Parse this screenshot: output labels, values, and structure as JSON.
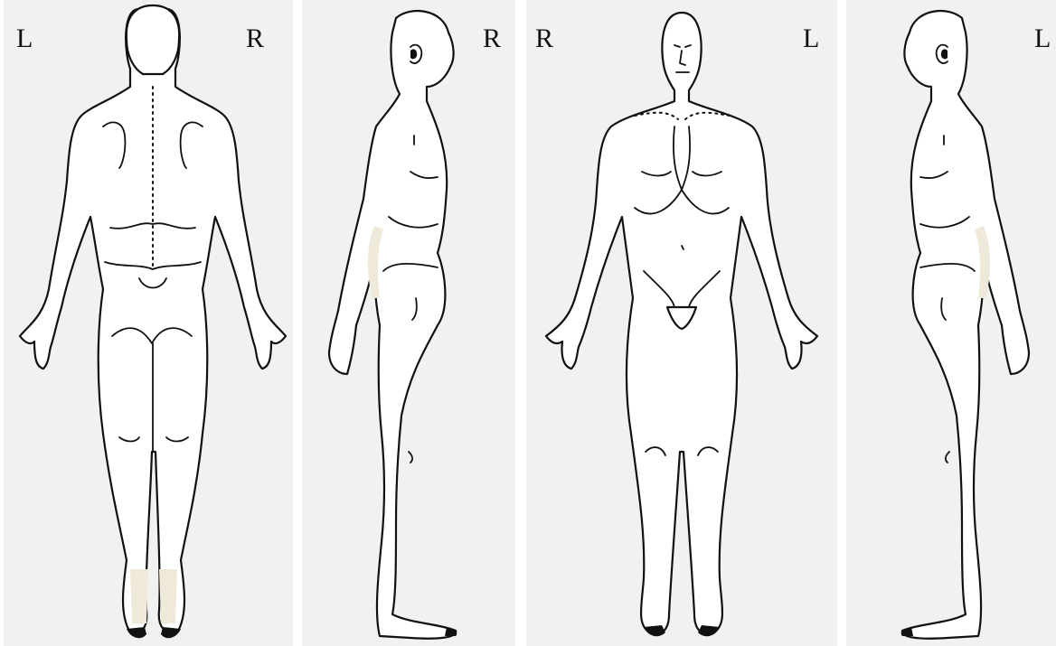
{
  "views": [
    {
      "name": "back-view",
      "left_label": "L",
      "right_label": "R"
    },
    {
      "name": "right-side-view",
      "label": "R"
    },
    {
      "name": "front-view",
      "left_label": "R",
      "right_label": "L"
    },
    {
      "name": "left-side-view",
      "label": "L"
    }
  ],
  "colors": {
    "background": "#f1f1f0",
    "outline": "#111111",
    "figure_fill": "#ffffff",
    "shading": "#efe9d9"
  }
}
